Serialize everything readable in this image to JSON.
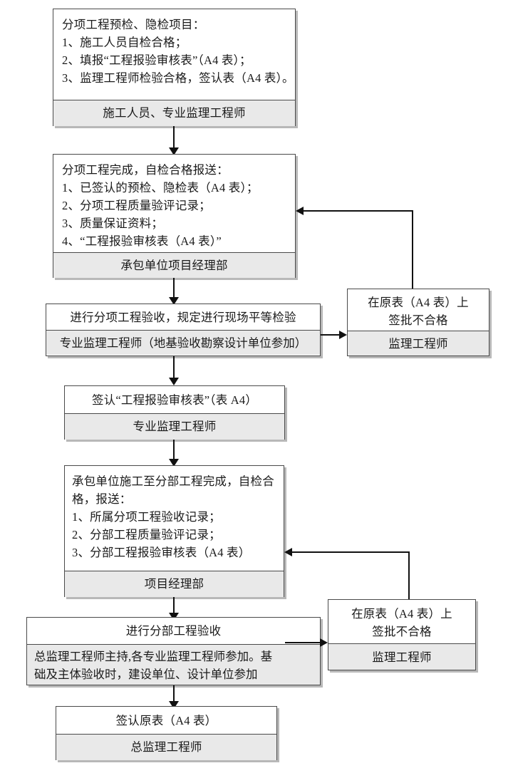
{
  "diagram": {
    "title": "分部分项工程验收流程图",
    "type": "flowchart",
    "colors": {
      "box_border": "#4a4a4a",
      "box_fill": "#ffffff",
      "actor_fill": "#e9e9e9",
      "connector": "#111111",
      "page_background": "#ffffff"
    }
  },
  "nodes": {
    "n1": {
      "lines": [
        "分项工程预检、隐检项目：",
        "1、施工人员自检合格；",
        "2、填报“工程报验审核表”（A4 表）；",
        "3、监理工程师检验合格，签认表（A4 表）。"
      ],
      "actor": "施工人员、专业监理工程师"
    },
    "n2": {
      "lines": [
        "分项工程完成，自检合格报送：",
        "1、已签认的预检、隐检表（A4 表）；",
        "2、分项工程质量验评记录；",
        "3、质量保证资料；",
        "4、“工程报验审核表（A4 表）”"
      ],
      "actor": "承包单位项目经理部"
    },
    "n3": {
      "lines": [
        "进行分项工程验收，规定进行现场平等检验"
      ],
      "actor": "专业监理工程师（地基验收勘察设计单位参加）"
    },
    "n4": {
      "lines": [
        "签认“工程报验审核表”（表 A4）"
      ],
      "actor": "专业监理工程师"
    },
    "n5": {
      "lines": [
        "承包单位施工至分部工程完成，自检合",
        "格，报送：",
        "1、所属分项工程验收记录；",
        "2、分部工程质量验评记录；",
        "3、分部工程报验审核表（A4 表）"
      ],
      "actor": "项目经理部"
    },
    "n6": {
      "lines": [
        "进行分部工程验收"
      ],
      "actor_lines": [
        "总监理工程师主持,各专业监理工程师参加。基",
        "础及主体验收时，建设单位、设计单位参加"
      ]
    },
    "n7": {
      "lines": [
        "签认原表（A4 表）"
      ],
      "actor": "总监理工程师"
    },
    "reject1": {
      "lines": [
        "在原表（A4 表）上",
        "签批不合格"
      ],
      "actor": "监理工程师"
    },
    "reject2": {
      "lines": [
        "在原表（A4 表）上",
        "签批不合格"
      ],
      "actor": "监理工程师"
    }
  },
  "connectors": [
    {
      "name": "n1-to-n2",
      "kind": "arrow-down"
    },
    {
      "name": "n2-to-n3",
      "kind": "arrow-down"
    },
    {
      "name": "n3-to-reject1",
      "kind": "arrow-right"
    },
    {
      "name": "reject1-to-n2-feedback",
      "kind": "arrow-left"
    },
    {
      "name": "n3-to-n4",
      "kind": "arrow-down"
    },
    {
      "name": "n4-to-n5",
      "kind": "arrow-down"
    },
    {
      "name": "n5-to-n6",
      "kind": "arrow-down"
    },
    {
      "name": "n6-to-reject2",
      "kind": "arrow-right"
    },
    {
      "name": "reject2-to-n5-feedback",
      "kind": "arrow-left"
    },
    {
      "name": "n6-to-n7",
      "kind": "arrow-down"
    }
  ]
}
